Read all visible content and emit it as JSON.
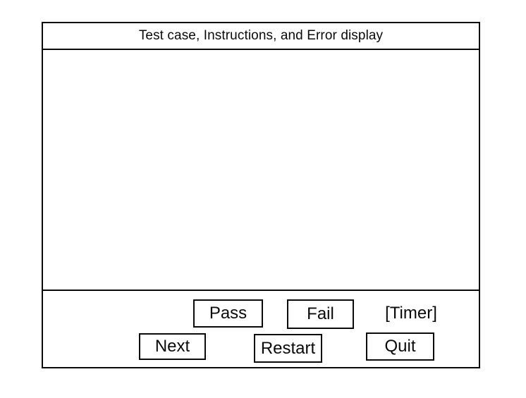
{
  "panel": {
    "title": "Test case, Instructions, and Error display"
  },
  "controls": {
    "pass": "Pass",
    "fail": "Fail",
    "timer": "[Timer]",
    "next": "Next",
    "restart": "Restart",
    "quit": "Quit"
  },
  "colors": {
    "line": "#0a0a0a",
    "background": "#ffffff"
  }
}
